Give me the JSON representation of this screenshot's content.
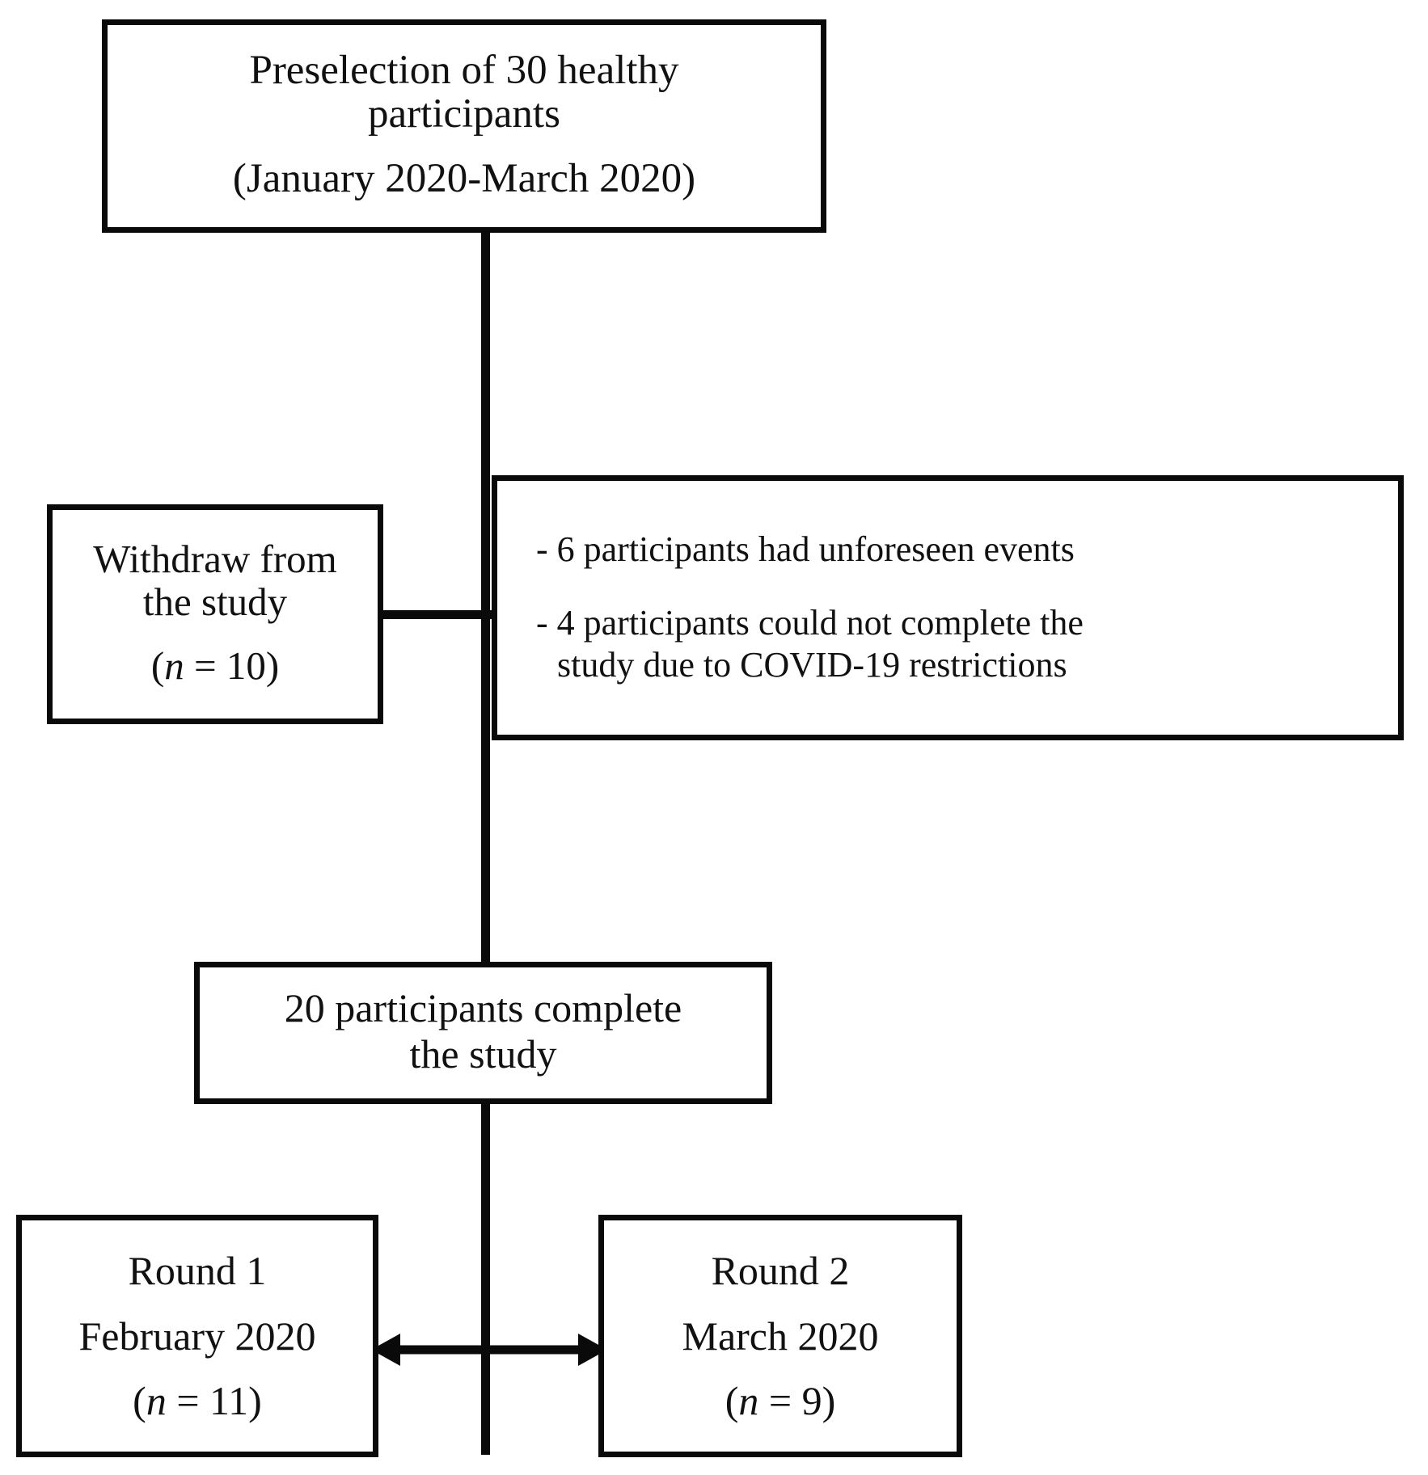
{
  "diagram": {
    "title": "Participant flow diagram",
    "stroke_color": "#0a0a0a",
    "background_color": "#ffffff"
  },
  "nodes": {
    "preselection": {
      "line1": "Preselection of 30 healthy",
      "line2": "participants",
      "line3": "(January 2020-March 2020)"
    },
    "withdraw": {
      "line1": "Withdraw from",
      "line2": "the study",
      "count_open": "(",
      "count_symbol": "n",
      "count_eq": " = 10)"
    },
    "reasons": {
      "bullet1": "- 6 participants had unforeseen events",
      "bullet2_line1": "- 4 participants could not complete the",
      "bullet2_line2": "study due to COVID-19 restrictions"
    },
    "complete": {
      "line1": "20 participants complete",
      "line2": "the study"
    },
    "round1": {
      "line1": "Round 1",
      "line2": "February 2020",
      "count_open": "(",
      "count_symbol": "n",
      "count_eq": " = 11)"
    },
    "round2": {
      "line1": "Round 2",
      "line2": "March 2020",
      "count_open": "(",
      "count_symbol": "n",
      "count_eq": " = 9)"
    }
  },
  "connectors": {
    "trunk_label": "main-vertical-trunk",
    "withdraw_label": "withdraw-branch-connector",
    "rounds_arrow_label": "round1-round2-bidirectional-arrow"
  }
}
